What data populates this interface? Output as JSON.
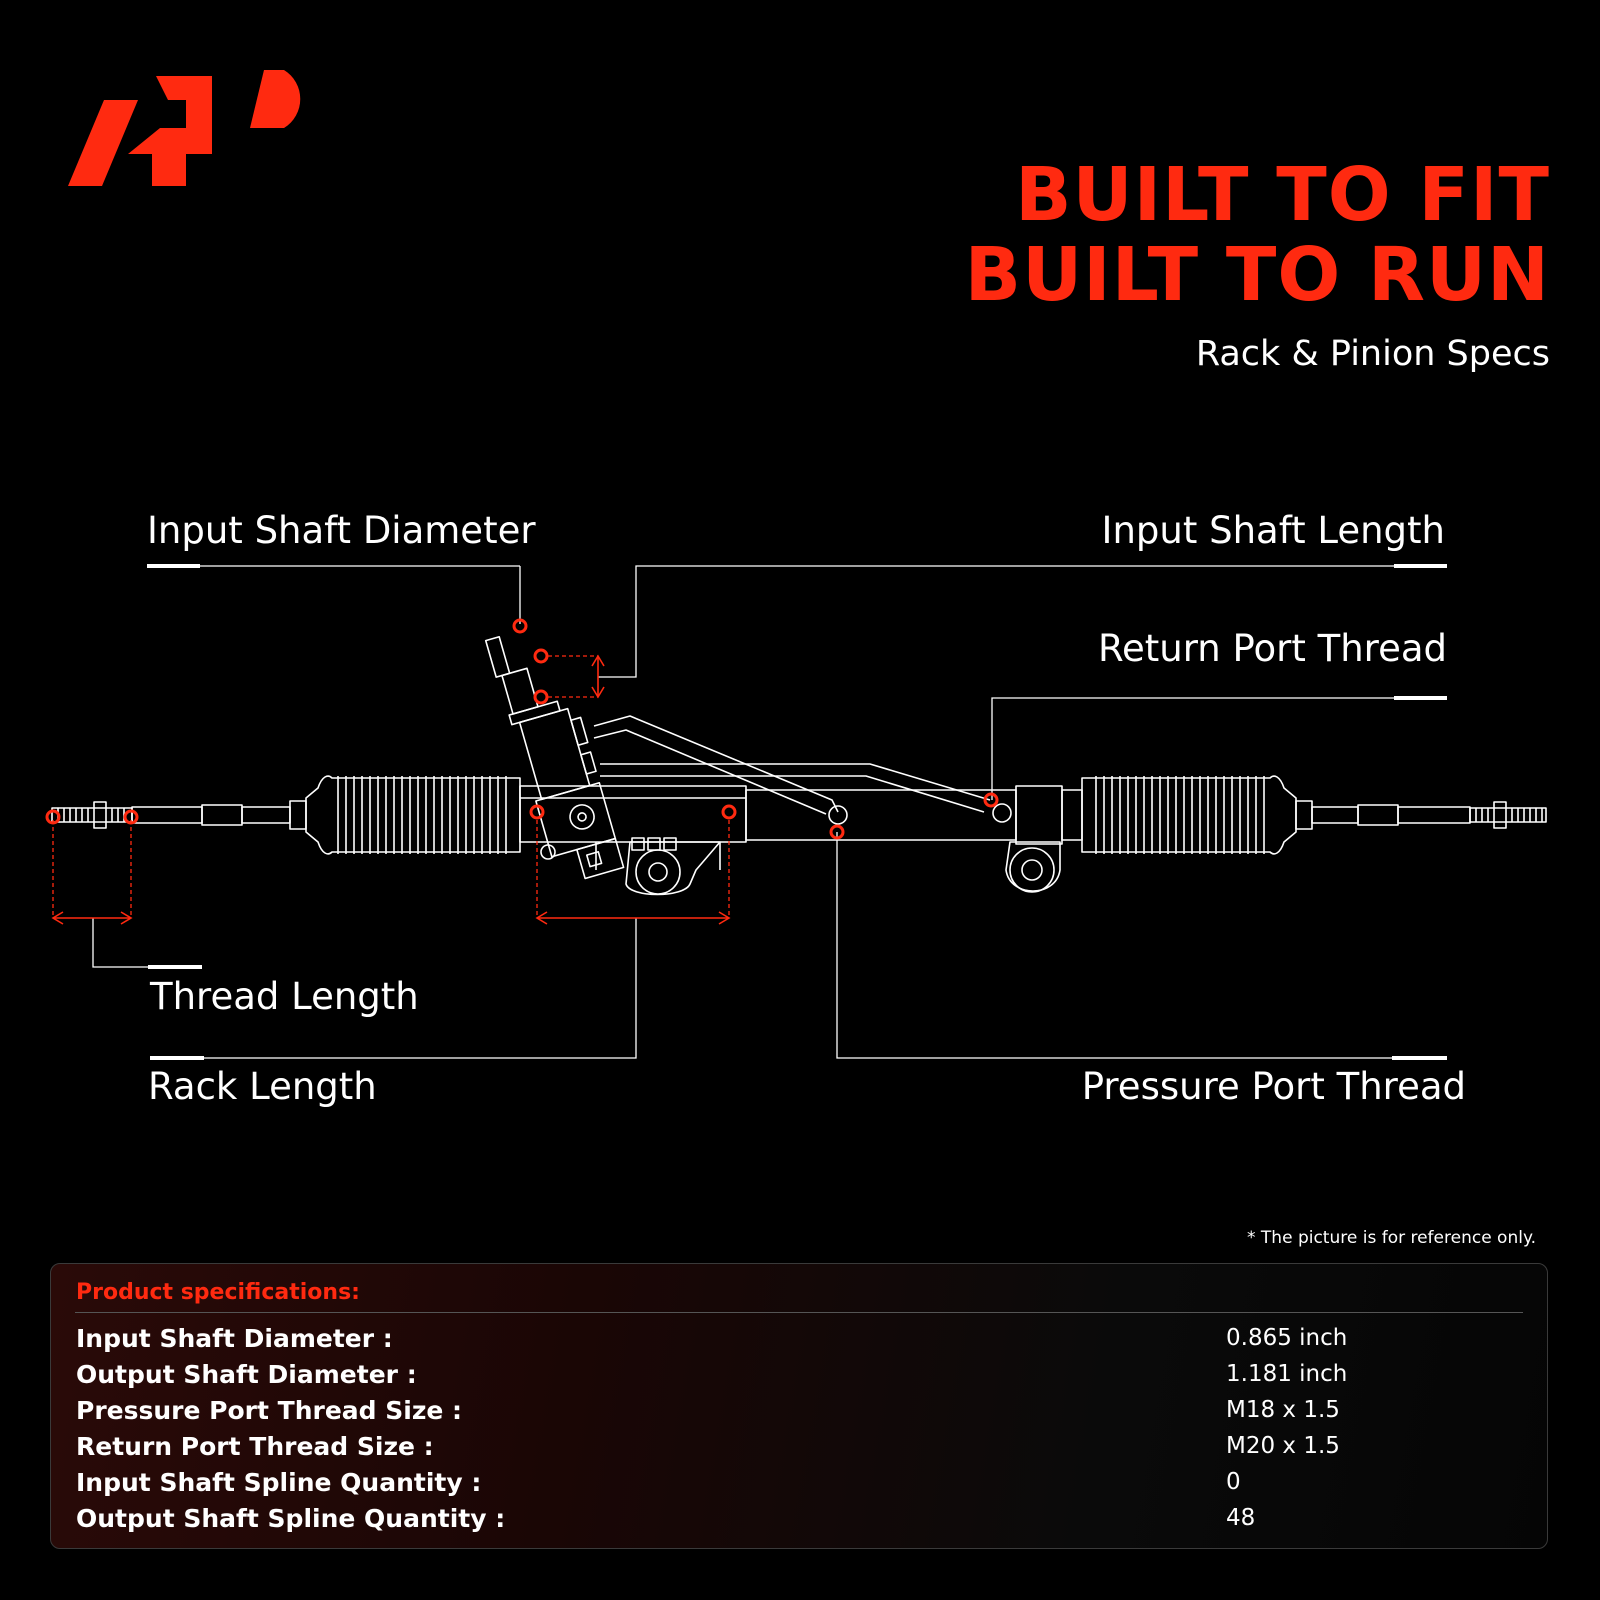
{
  "brand": {
    "logo_icon": "brand-logo",
    "accent_color": "#ff2a10"
  },
  "headline": {
    "line1": "BUILT TO FIT",
    "line2": "BUILT TO RUN"
  },
  "subtitle": "Rack & Pinion Specs",
  "diagram": {
    "labels": {
      "input_shaft_diameter": "Input Shaft Diameter",
      "input_shaft_length": "Input Shaft Length",
      "return_port_thread": "Return Port Thread",
      "thread_length": "Thread Length",
      "rack_length": "Rack Length",
      "pressure_port_thread": "Pressure Port Thread"
    }
  },
  "disclaimer": "* The picture is for reference only.",
  "specs": {
    "title": "Product specifications:",
    "rows": [
      {
        "label": "Input Shaft Diameter :",
        "value": "0.865 inch"
      },
      {
        "label": "Output Shaft Diameter :",
        "value": "1.181 inch"
      },
      {
        "label": "Pressure Port Thread Size :",
        "value": "M18 x 1.5"
      },
      {
        "label": "Return Port Thread Size :",
        "value": "M20 x 1.5"
      },
      {
        "label": "Input Shaft Spline Quantity :",
        "value": "0"
      },
      {
        "label": "Output Shaft Spline Quantity :",
        "value": "48"
      }
    ]
  }
}
